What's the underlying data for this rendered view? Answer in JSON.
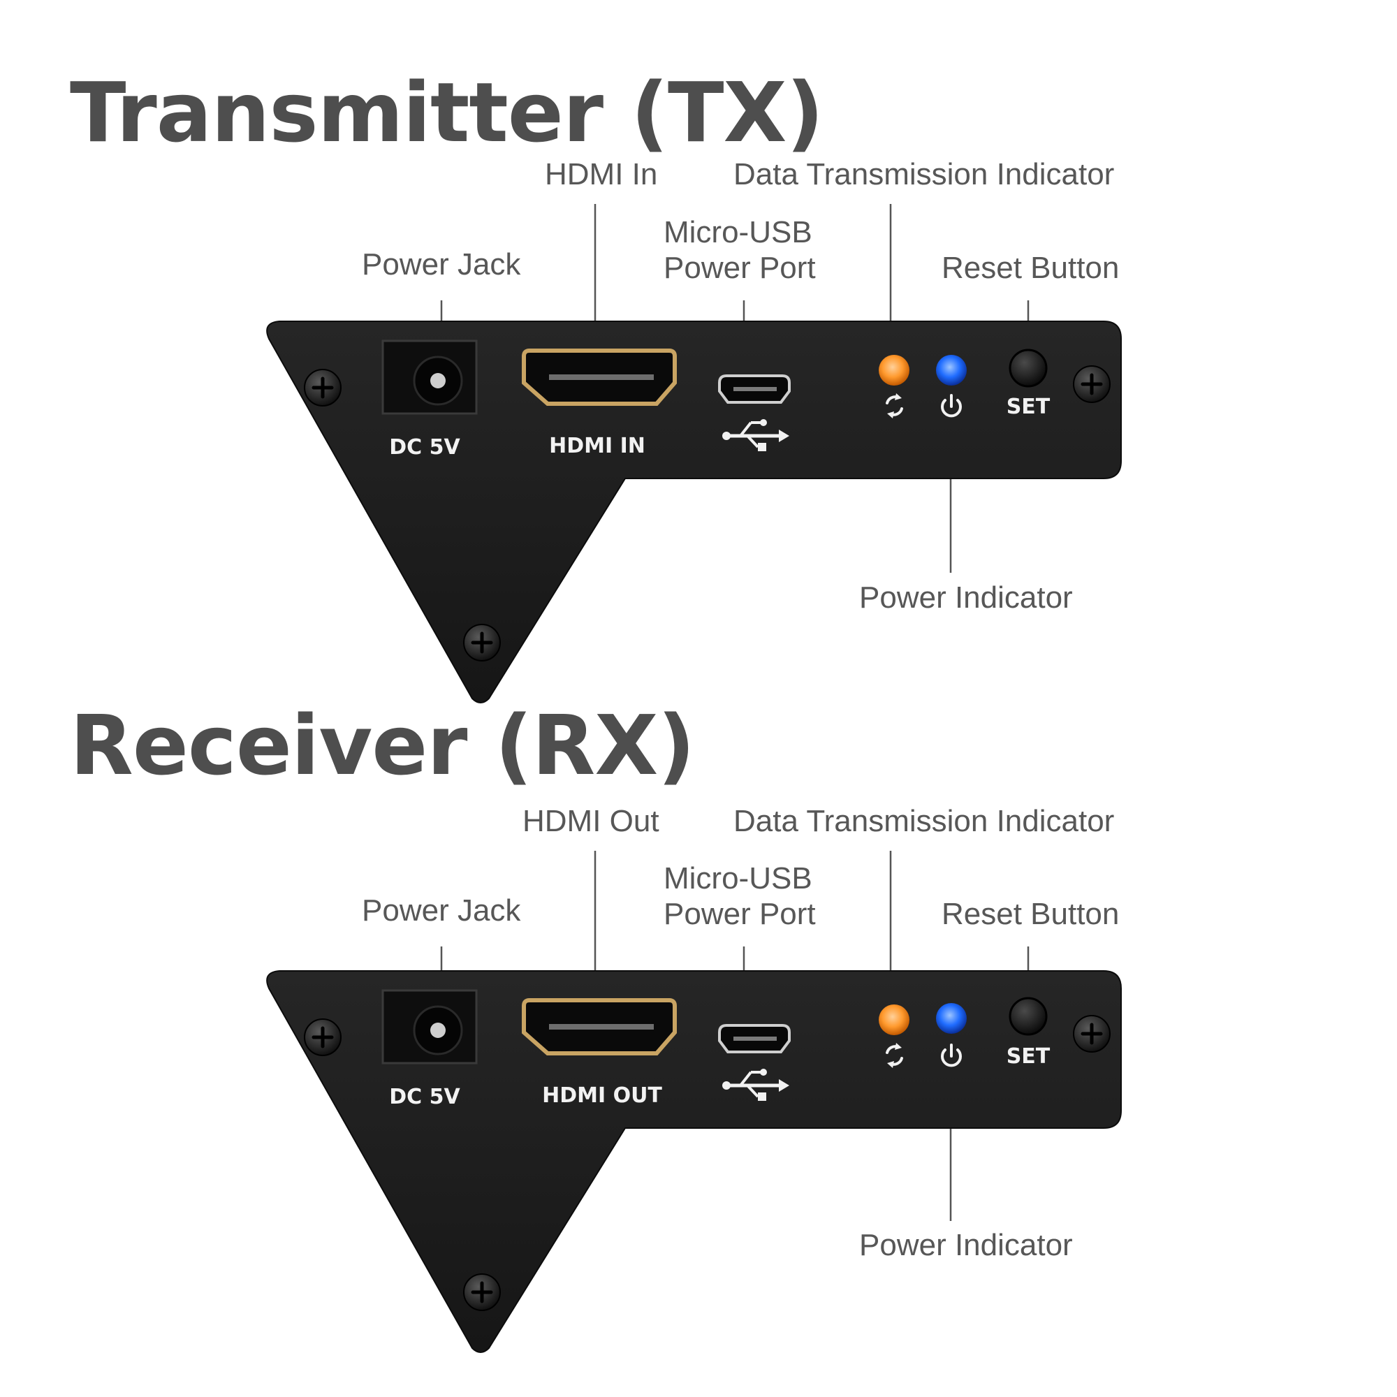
{
  "colors": {
    "heading": "#4e4e4e",
    "callout_text": "#575757",
    "leader_line": "#555555",
    "panel": "#1b1b1b",
    "hdmi_gold": "#c9a463",
    "data_led": "#ff9a2e",
    "power_led": "#1f6cff"
  },
  "panels": [
    {
      "id": "tx",
      "heading": "Transmitter (TX)",
      "callouts": {
        "power_jack": "Power Jack",
        "hdmi": "HDMI In",
        "usb_line1": "Micro-USB",
        "usb_line2": "Power Port",
        "data_indicator": "Data Transmission Indicator",
        "reset_button": "Reset Button",
        "power_indicator": "Power Indicator"
      },
      "silkscreen": {
        "dc": "DC 5V",
        "hdmi": "HDMI IN",
        "set": "SET"
      },
      "icons": {
        "usb": "usb-icon",
        "data": "refresh-icon",
        "power": "power-icon"
      }
    },
    {
      "id": "rx",
      "heading": "Receiver (RX)",
      "callouts": {
        "power_jack": "Power Jack",
        "hdmi": "HDMI Out",
        "usb_line1": "Micro-USB",
        "usb_line2": "Power Port",
        "data_indicator": "Data Transmission Indicator",
        "reset_button": "Reset Button",
        "power_indicator": "Power Indicator"
      },
      "silkscreen": {
        "dc": "DC 5V",
        "hdmi": "HDMI OUT",
        "set": "SET"
      },
      "icons": {
        "usb": "usb-icon",
        "data": "refresh-icon",
        "power": "power-icon"
      }
    }
  ]
}
